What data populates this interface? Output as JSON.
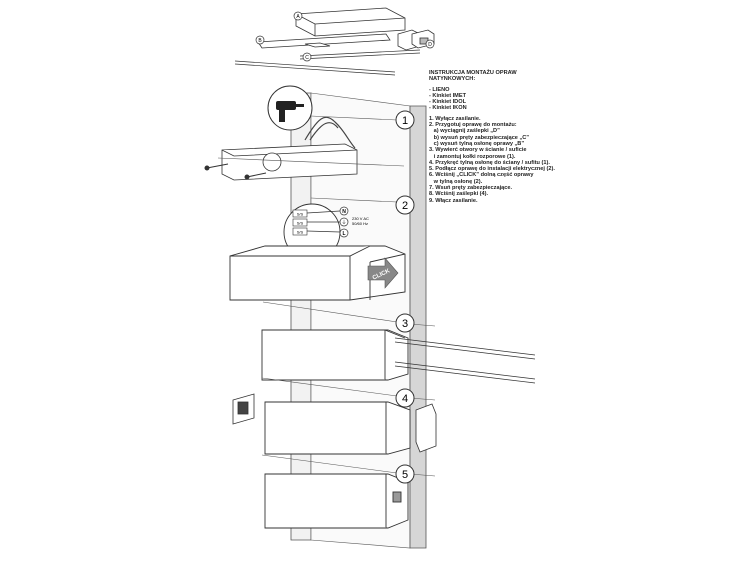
{
  "instructions": {
    "title_line1": "INSTRUKCJA MONTAŻU OPRAW",
    "title_line2": "NATYNKOWYCH:",
    "models": [
      "- LIENO",
      "- Kinkiet IMET",
      "- Kinkiet IDOL",
      "- Kinkiet IKON"
    ],
    "steps": [
      "1. Wyłącz zasilanie.",
      "2. Przygotuj oprawę do montażu:",
      "   a) wyciągnij zaślepki „D”",
      "   b) wysuń pręty zabezpieczające „C”",
      "   c) wysuń tylną osłonę oprawy „B”",
      "3. Wywierć otwory w ścianie / suficie",
      "   i zamontuj kołki rozporowe (1).",
      "4. Przykręć tylną osłonę do ściany / sufitu (1).",
      "5. Podłącz oprawę do instalacji elektrycznej (2).",
      "6. Wciśnij „CLICK” dolną część oprawy",
      "   w tylną osłonę (2).",
      "7. Wsuń pręty zabezpieczające.",
      "8. Wciśnij zaślepki (4).",
      "9. Włącz zasilanie."
    ]
  },
  "part_labels": [
    "A",
    "B",
    "C",
    "D"
  ],
  "step_numbers": [
    "1",
    "2",
    "3",
    "4",
    "5"
  ],
  "wiring": {
    "terminals": [
      "S/S",
      "S/S",
      "S/S"
    ],
    "symbols": [
      "N",
      "⏚",
      "L"
    ],
    "voltage": "230 V AC",
    "frequency": "50/60 Hz"
  },
  "click_label": "CLICK",
  "icons": [
    "drill-icon",
    "arrow-icon"
  ],
  "colors": {
    "line": "#333333",
    "wall": "#eeeeee",
    "step_circle_fill": "#ffffff"
  }
}
